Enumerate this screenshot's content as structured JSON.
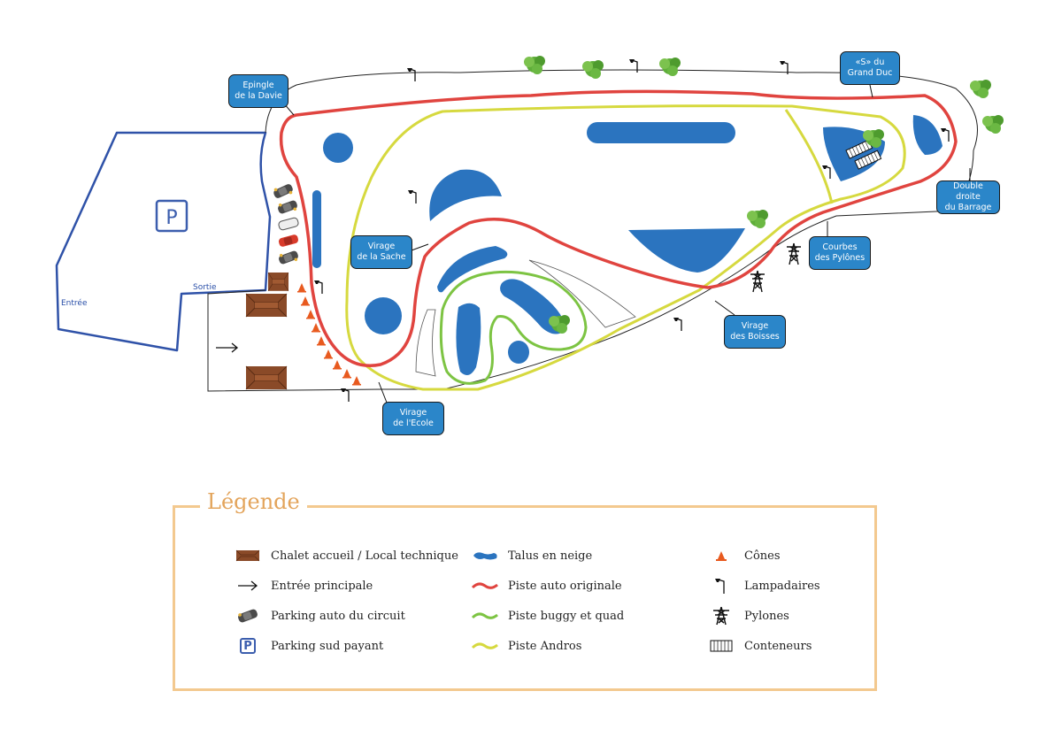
{
  "map": {
    "parking_symbol": "P",
    "entrance_label": "Entrée",
    "exit_label": "Sortie",
    "callouts": [
      {
        "id": "epingle-davie",
        "text": "Epingle\nde la Davie"
      },
      {
        "id": "s-grand-duc",
        "text": "«S» du\nGrand Duc"
      },
      {
        "id": "double-droite-barrage",
        "text": "Double droite\ndu Barrage"
      },
      {
        "id": "courbes-pylones",
        "text": "Courbes\ndes Pylônes"
      },
      {
        "id": "virage-boisses",
        "text": "Virage\ndes Boisses"
      },
      {
        "id": "virage-sache",
        "text": "Virage\nde la Sache"
      },
      {
        "id": "virage-ecole",
        "text": "Virage\nde l'Ecole"
      }
    ]
  },
  "legend": {
    "title": "Légende",
    "items": [
      {
        "icon": "chalet-icon",
        "label": "Chalet accueil / Local technique"
      },
      {
        "icon": "arrow-right-icon",
        "label": "Entrée principale"
      },
      {
        "icon": "car-icon",
        "label": "Parking auto du circuit"
      },
      {
        "icon": "parking-p-icon",
        "label": "Parking sud payant"
      },
      {
        "icon": "snow-bank-icon",
        "label": "Talus en neige"
      },
      {
        "icon": "red-track-icon",
        "label": "Piste auto originale",
        "color": "#e0443f"
      },
      {
        "icon": "green-track-icon",
        "label": "Piste buggy et quad",
        "color": "#7dc443"
      },
      {
        "icon": "yellow-track-icon",
        "label": "Piste Andros",
        "color": "#d6d93f"
      },
      {
        "icon": "cone-icon",
        "label": "Cônes"
      },
      {
        "icon": "lamp-post-icon",
        "label": "Lampadaires"
      },
      {
        "icon": "pylon-icon",
        "label": "Pylones"
      },
      {
        "icon": "container-icon",
        "label": "Conteneurs"
      }
    ]
  },
  "colors": {
    "red_track": "#e0443f",
    "green_track": "#7dc443",
    "yellow_track": "#d6d93f",
    "snow_bank": "#2b74bf",
    "callout_bg": "#2b86c9",
    "parking_outline": "#2f52a8",
    "legend_border": "#f3c98f",
    "legend_title": "#e3a45b",
    "chalet": "#8a4a28"
  }
}
